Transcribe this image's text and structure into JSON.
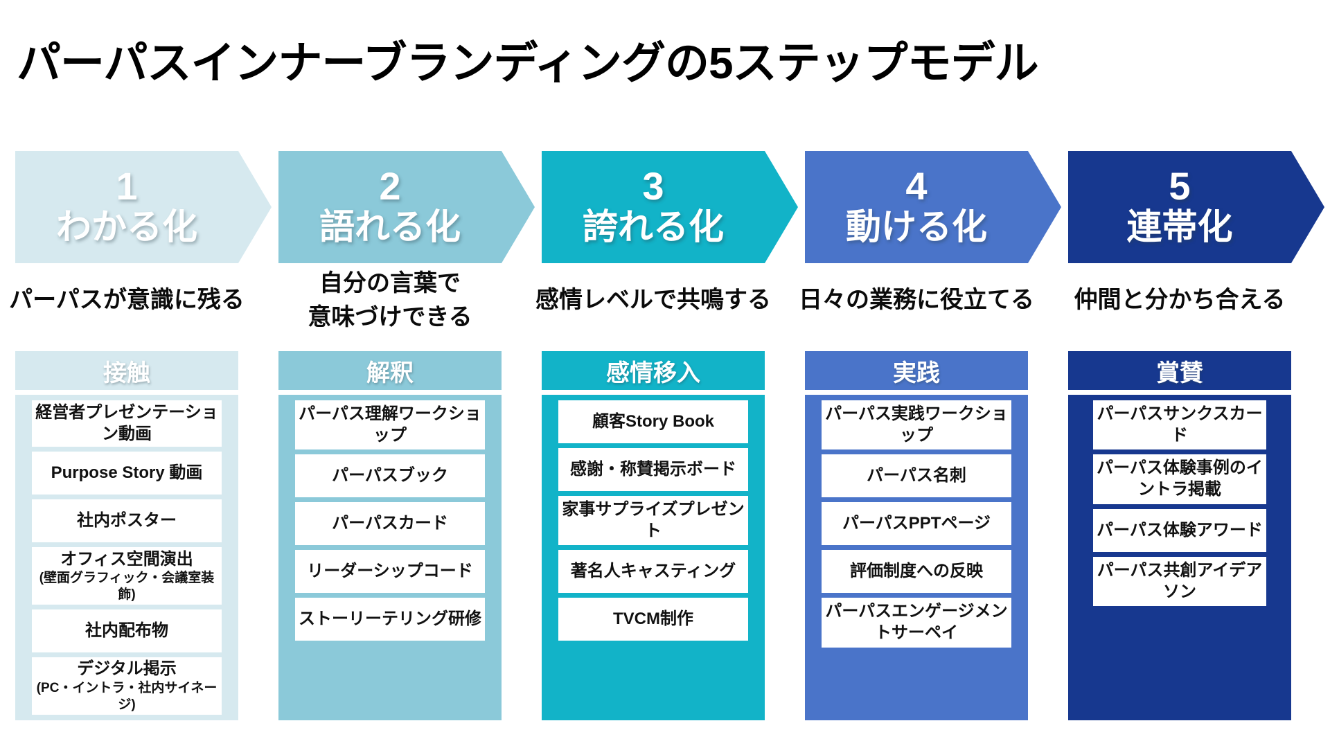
{
  "title": "パーパスインナーブランディングの5ステップモデル",
  "steps": [
    {
      "number": "1",
      "name": "わかる化",
      "description": "パーパスが意識に残る",
      "category": "接触",
      "color": "#d6e9ef",
      "items": [
        {
          "text": "経営者プレゼンテーション動画"
        },
        {
          "text": "Purpose Story 動画"
        },
        {
          "text": "社内ポスター"
        },
        {
          "text": "オフィス空間演出",
          "sub": "(壁面グラフィック・会議室装飾)"
        },
        {
          "text": "社内配布物"
        },
        {
          "text": "デジタル掲示",
          "sub": "(PC・イントラ・社内サイネージ)"
        }
      ]
    },
    {
      "number": "2",
      "name": "語れる化",
      "description": "自分の言葉で\n意味づけできる",
      "category": "解釈",
      "color": "#8bc9d9",
      "items": [
        {
          "text": "パーパス理解ワークショップ"
        },
        {
          "text": "パーパスブック"
        },
        {
          "text": "パーパスカード"
        },
        {
          "text": "リーダーシップコード"
        },
        {
          "text": "ストーリーテリング研修"
        }
      ]
    },
    {
      "number": "3",
      "name": "誇れる化",
      "description": "感情レベルで共鳴する",
      "category": "感情移入",
      "color": "#12b3c8",
      "items": [
        {
          "text": "顧客Story Book"
        },
        {
          "text": "感謝・称賛掲示ボード"
        },
        {
          "text": "家事サプライズプレゼント"
        },
        {
          "text": "著名人キャスティング"
        },
        {
          "text": "TVCM制作"
        }
      ]
    },
    {
      "number": "4",
      "name": "動ける化",
      "description": "日々の業務に役立てる",
      "category": "実践",
      "color": "#4a74c9",
      "items": [
        {
          "text": "パーパス実践ワークショップ"
        },
        {
          "text": "パーパス名刺"
        },
        {
          "text": "パーパスPPTページ"
        },
        {
          "text": "評価制度への反映"
        },
        {
          "text": "パーパスエンゲージメントサーペイ"
        }
      ]
    },
    {
      "number": "5",
      "name": "連帯化",
      "description": "仲間と分かち合える",
      "category": "賞賛",
      "color": "#17388f",
      "items": [
        {
          "text": "パーパスサンクスカード"
        },
        {
          "text": "パーパス体験事例のイントラ掲載"
        },
        {
          "text": "パーパス体験アワード"
        },
        {
          "text": "パーパス共創アイデアソン"
        }
      ]
    }
  ]
}
